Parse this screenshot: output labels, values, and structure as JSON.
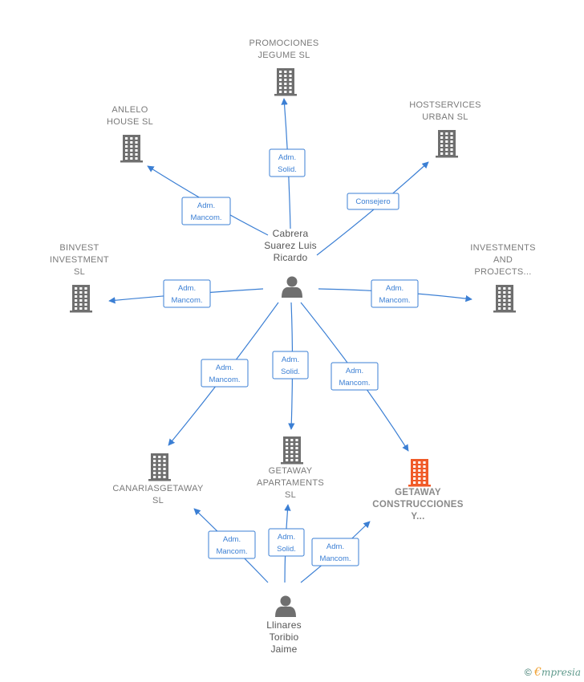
{
  "colors": {
    "edge": "#3b7fd4",
    "company_icon": "#6f6f6f",
    "company_highlight_icon": "#f05a28",
    "person_icon": "#6f6f6f",
    "label_text": "#7a7a7a"
  },
  "people": [
    {
      "id": "cabrera",
      "lines": [
        "Cabrera",
        "Suarez Luis",
        "Ricardo"
      ]
    },
    {
      "id": "llinares",
      "lines": [
        "Llinares",
        "Toribio",
        "Jaime"
      ]
    }
  ],
  "companies": [
    {
      "id": "promociones",
      "lines": [
        "PROMOCIONES",
        "JEGUME SL"
      ],
      "highlight": false
    },
    {
      "id": "anlelo",
      "lines": [
        "ANLELO",
        "HOUSE  SL"
      ],
      "highlight": false
    },
    {
      "id": "hostservices",
      "lines": [
        "HOSTSERVICES",
        "URBAN  SL"
      ],
      "highlight": false
    },
    {
      "id": "binvest",
      "lines": [
        "BINVEST",
        "INVESTMENT",
        "SL"
      ],
      "highlight": false
    },
    {
      "id": "investments",
      "lines": [
        "INVESTMENTS",
        "AND",
        "PROJECTS..."
      ],
      "highlight": false
    },
    {
      "id": "canarias",
      "lines": [
        "CANARIASGETAWAY",
        "SL"
      ],
      "highlight": false
    },
    {
      "id": "apartaments",
      "lines": [
        "GETAWAY",
        "APARTAMENTS",
        "SL"
      ],
      "highlight": false
    },
    {
      "id": "construcciones",
      "lines": [
        "GETAWAY",
        "CONSTRUCCIONES",
        "Y..."
      ],
      "highlight": true
    }
  ],
  "relations": [
    {
      "from": "cabrera",
      "to": "promociones",
      "label": [
        "Adm.",
        "Solid."
      ]
    },
    {
      "from": "cabrera",
      "to": "anlelo",
      "label": [
        "Adm.",
        "Mancom."
      ]
    },
    {
      "from": "cabrera",
      "to": "hostservices",
      "label": [
        "Consejero"
      ]
    },
    {
      "from": "cabrera",
      "to": "binvest",
      "label": [
        "Adm.",
        "Mancom."
      ]
    },
    {
      "from": "cabrera",
      "to": "investments",
      "label": [
        "Adm.",
        "Mancom."
      ]
    },
    {
      "from": "cabrera",
      "to": "canarias",
      "label": [
        "Adm.",
        "Mancom."
      ]
    },
    {
      "from": "cabrera",
      "to": "apartaments",
      "label": [
        "Adm.",
        "Solid."
      ]
    },
    {
      "from": "cabrera",
      "to": "construcciones",
      "label": [
        "Adm.",
        "Mancom."
      ]
    },
    {
      "from": "llinares",
      "to": "canarias",
      "label": [
        "Adm.",
        "Mancom."
      ]
    },
    {
      "from": "llinares",
      "to": "apartaments",
      "label": [
        "Adm.",
        "Solid."
      ]
    },
    {
      "from": "llinares",
      "to": "construcciones",
      "label": [
        "Adm.",
        "Mancom."
      ]
    }
  ],
  "footer": {
    "copyright": "©",
    "brand_initial": "€",
    "brand_rest": "mpresia"
  }
}
